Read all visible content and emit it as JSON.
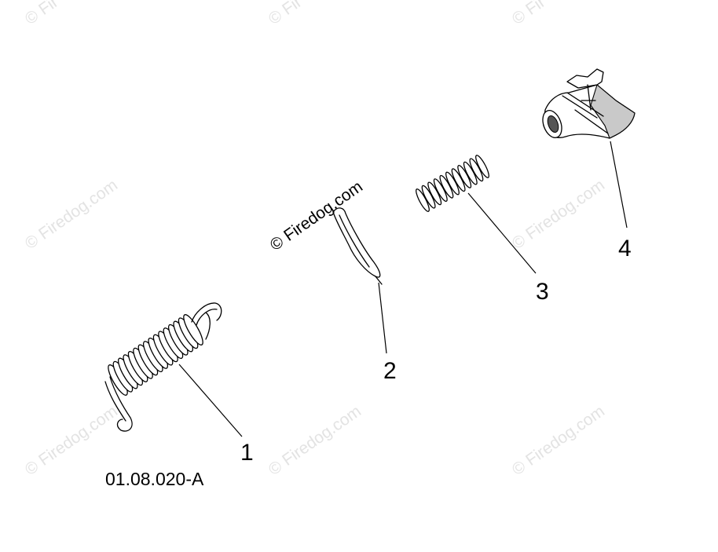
{
  "watermark": {
    "text": "© Firedog.com",
    "text_stub": "© Fir"
  },
  "figure_id": "01.08.020-A",
  "callouts": [
    {
      "number": "1"
    },
    {
      "number": "2"
    },
    {
      "number": "3"
    },
    {
      "number": "4"
    }
  ],
  "colors": {
    "watermark": "#e3e3e3",
    "ink": "#000000"
  }
}
